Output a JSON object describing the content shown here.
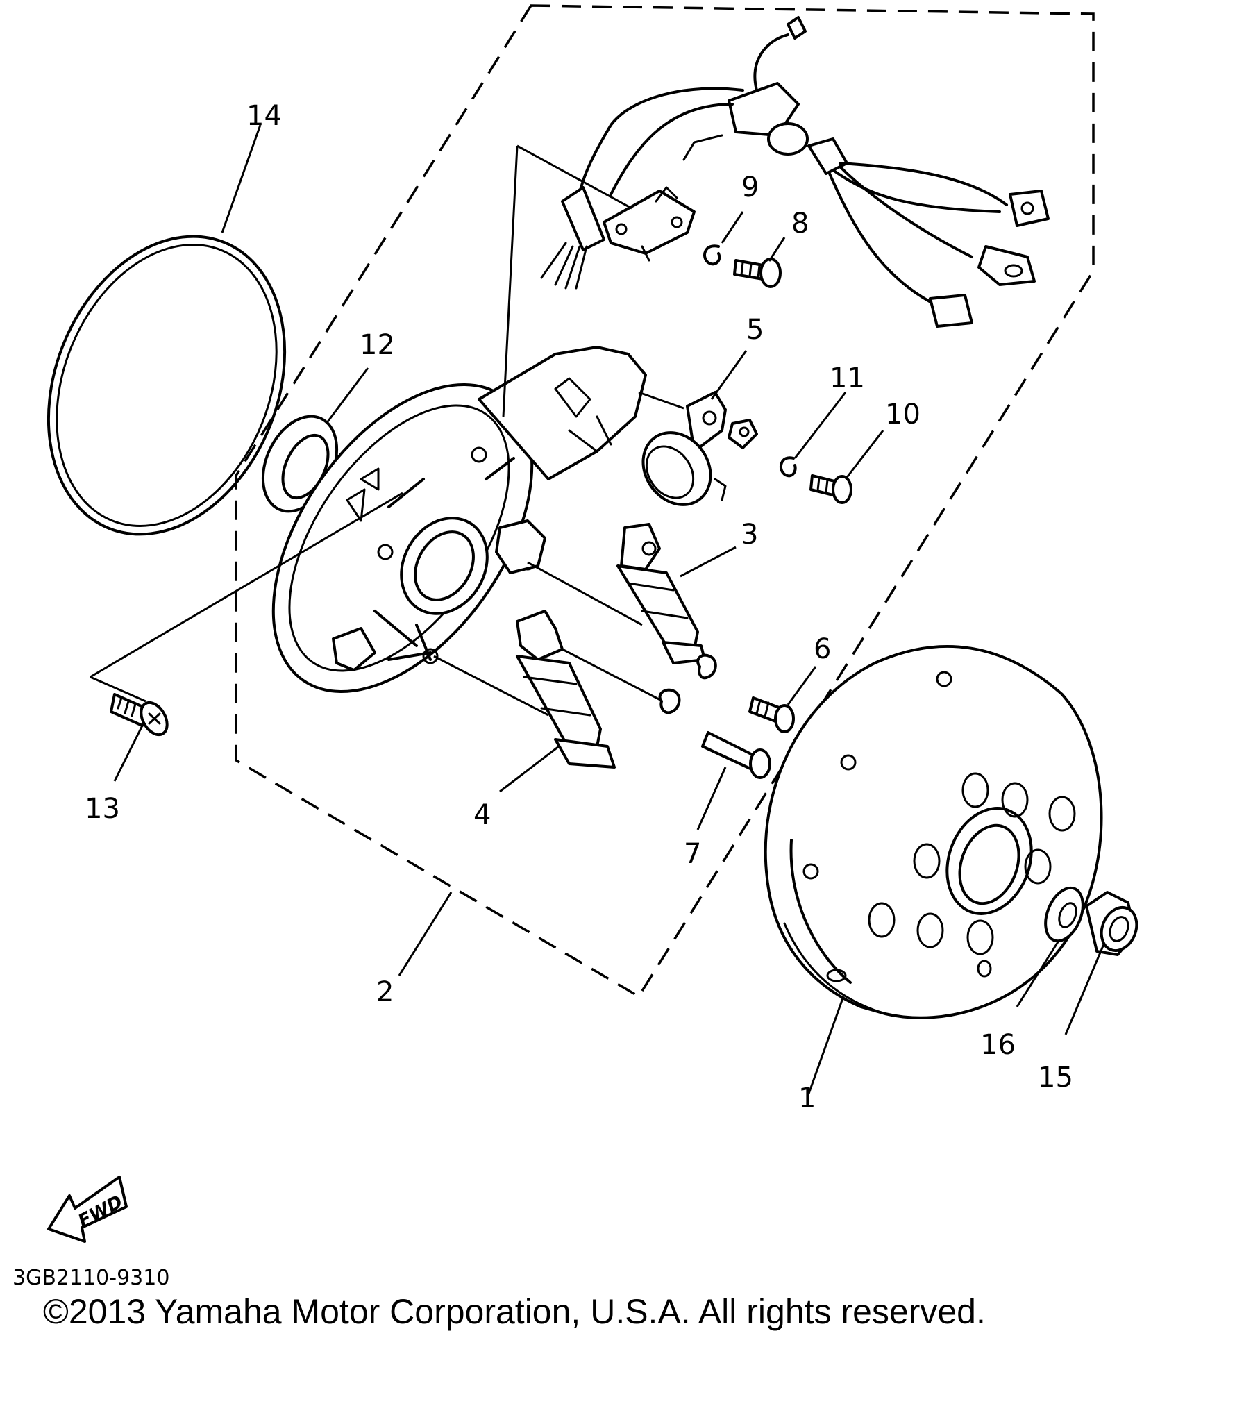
{
  "callouts": {
    "p1": "1",
    "p2": "2",
    "p3": "3",
    "p4": "4",
    "p5": "5",
    "p6": "6",
    "p7": "7",
    "p8": "8",
    "p9": "9",
    "p10": "10",
    "p11": "11",
    "p12": "12",
    "p13": "13",
    "p14": "14",
    "p15": "15",
    "p16": "16"
  },
  "fwd_label": "FWD",
  "drawing_code": "3GB2110-9310",
  "copyright": "©2013 Yamaha Motor Corporation, U.S.A. All rights reserved."
}
